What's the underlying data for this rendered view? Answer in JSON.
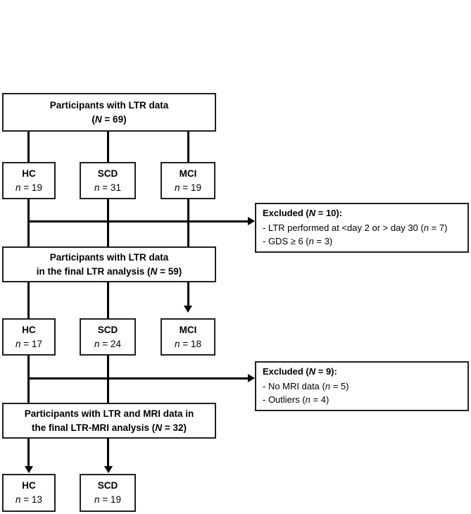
{
  "figure": {
    "type": "flowchart",
    "title": "Participant flow diagram"
  },
  "nodes": {
    "top": {
      "line1": "Participants with LTR data",
      "line2_prefix": "(",
      "line2_italic": "N",
      "line2_suffix": " = 69)"
    },
    "row1": [
      {
        "label": "HC",
        "n_italic": "n",
        "n_value": " = 19"
      },
      {
        "label": "SCD",
        "n_italic": "n",
        "n_value": " = 31"
      },
      {
        "label": "MCI",
        "n_italic": "n",
        "n_value": " = 19"
      }
    ],
    "mid": {
      "line1": "Participants with LTR data",
      "line2a": "in the final LTR analysis  (",
      "line2_italic": "N",
      "line2b": " = 59)"
    },
    "row2": [
      {
        "label": "HC",
        "n_italic": "n",
        "n_value": " = 17"
      },
      {
        "label": "SCD",
        "n_italic": "n",
        "n_value": " = 24"
      },
      {
        "label": "MCI",
        "n_italic": "n",
        "n_value": " = 18"
      }
    ],
    "final": {
      "line1": "Participants with LTR and MRI data in",
      "line2a": "the final LTR-MRI analysis   (",
      "line2_italic": "N",
      "line2b": " = 32)"
    },
    "row3": [
      {
        "label": "HC",
        "n_italic": "n",
        "n_value": " = 13"
      },
      {
        "label": "SCD",
        "n_italic": "n",
        "n_value": " = 19"
      }
    ]
  },
  "exclusions": [
    {
      "title_prefix": "Excluded (",
      "title_italic": "N",
      "title_suffix": " = 10):",
      "reasons": [
        {
          "text_before": "- LTR performed at <day 2 or > day 30 (",
          "italic": "n",
          "text_after": " = 7)"
        },
        {
          "text_before": "- GDS ≥ 6 (",
          "italic": "n",
          "text_after": " = 3)"
        }
      ]
    },
    {
      "title_prefix": "Excluded (",
      "title_italic": "N",
      "title_suffix": " = 9):",
      "reasons": [
        {
          "text_before": "- No MRI data (",
          "italic": "n",
          "text_after": " = 5)"
        },
        {
          "text_before": "- Outliers (",
          "italic": "n",
          "text_after": " = 4)"
        }
      ]
    }
  ],
  "colors": {
    "line": "#231f20",
    "background": "#ffffff",
    "text": "#000000"
  }
}
